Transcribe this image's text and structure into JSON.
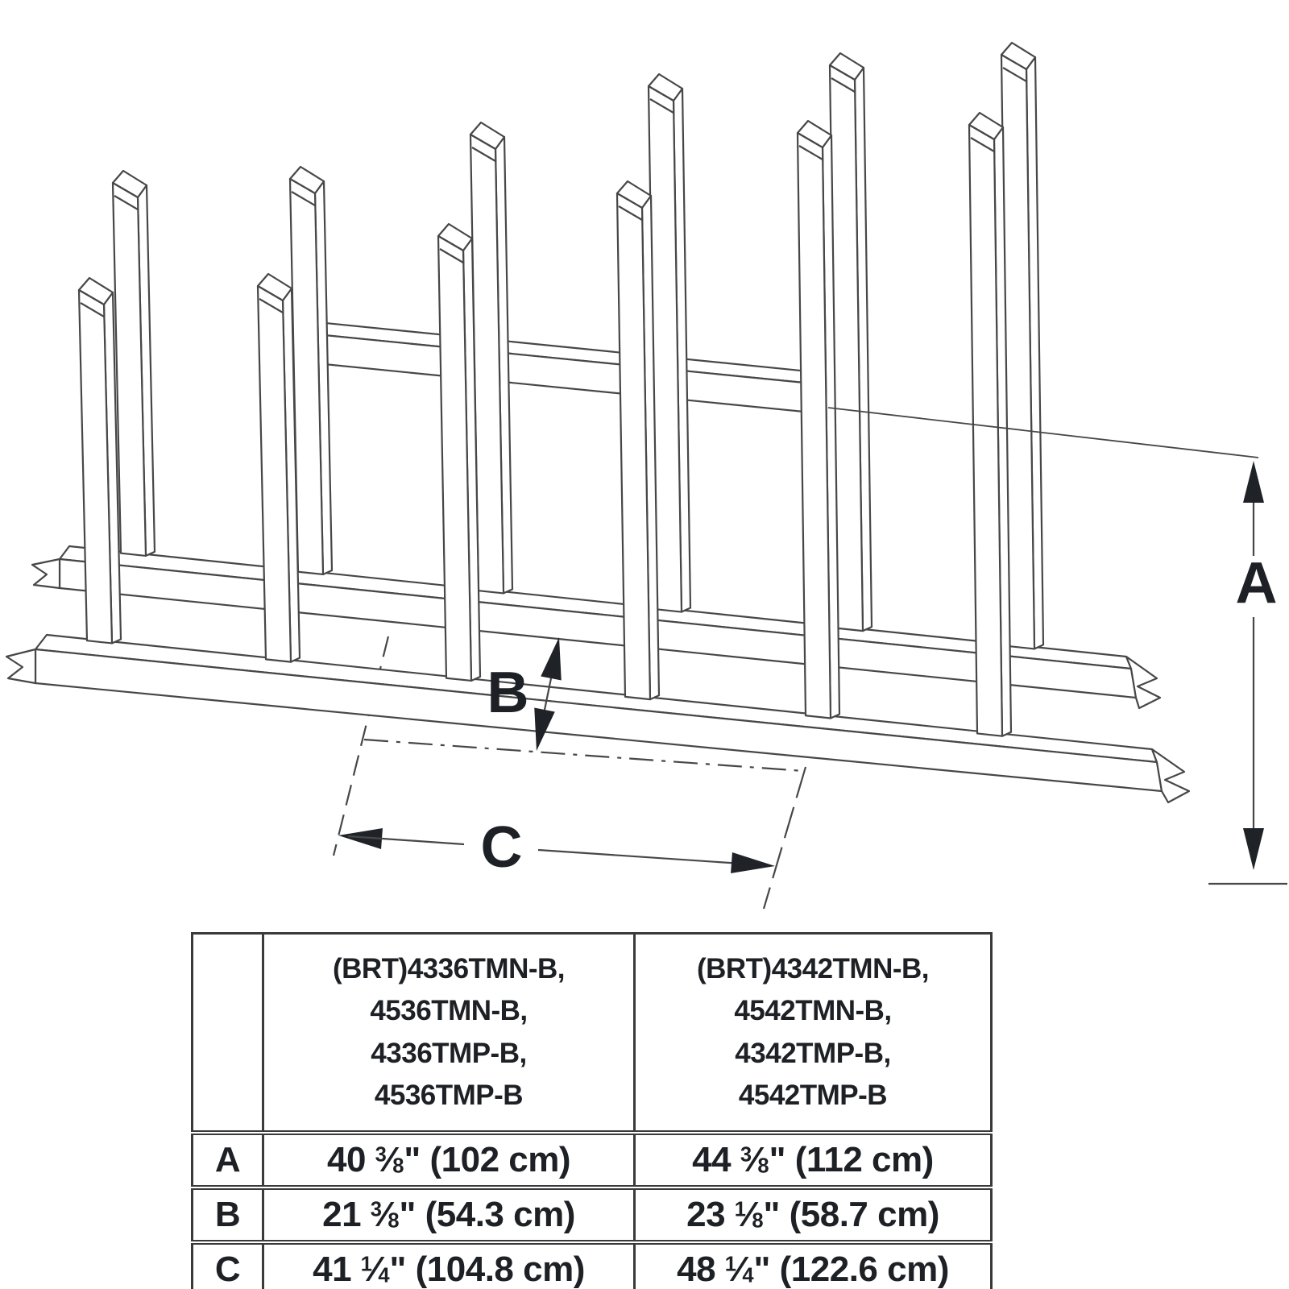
{
  "diagram": {
    "dimension_labels": {
      "a": "A",
      "b": "B",
      "c": "C"
    }
  },
  "table": {
    "corner_label": "",
    "col_headers": [
      [
        "(BRT)4336TMN-B,",
        "4536TMN-B,",
        "4336TMP-B,",
        "4536TMP-B"
      ],
      [
        "(BRT)4342TMN-B,",
        "4542TMN-B,",
        "4342TMP-B,",
        "4542TMP-B"
      ]
    ],
    "rows": [
      {
        "label": "A",
        "cells": [
          {
            "in": "40 3/8\"",
            "cm": "(102 cm)"
          },
          {
            "in": "44 3/8\"",
            "cm": "(112 cm)"
          }
        ]
      },
      {
        "label": "B",
        "cells": [
          {
            "in": "21 3/8\"",
            "cm": "(54.3 cm)"
          },
          {
            "in": "23 1/8\"",
            "cm": "(58.7 cm)"
          }
        ]
      },
      {
        "label": "C",
        "cells": [
          {
            "in": "41 1/4\"",
            "cm": "(104.8 cm)"
          },
          {
            "in": "48 1/4\"",
            "cm": "(122.6 cm)"
          }
        ]
      }
    ]
  },
  "colors": {
    "line_color": "#474747",
    "text_color": "#1d2024",
    "background": "#ffffff"
  }
}
